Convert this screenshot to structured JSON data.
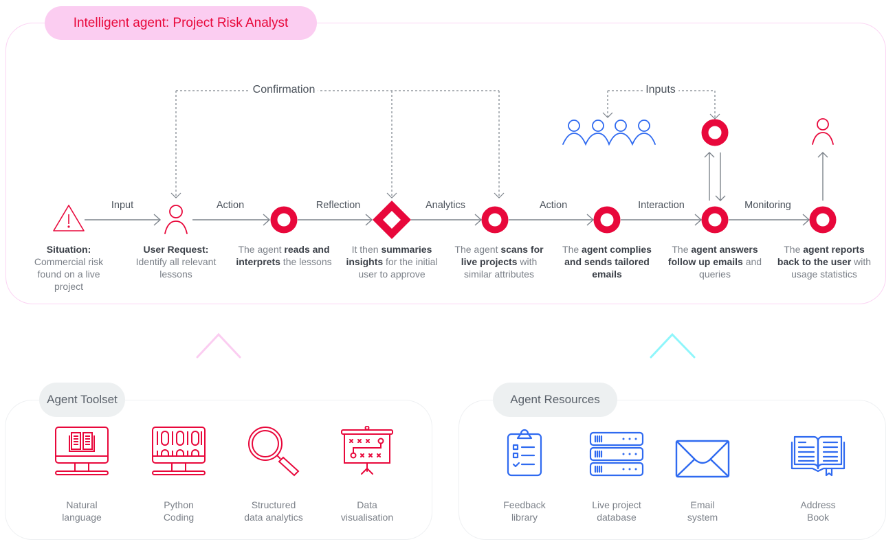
{
  "header": {
    "title": "Intelligent agent: Project Risk Analyst"
  },
  "colors": {
    "accent_red": "#e8083b",
    "accent_blue": "#2f6af0",
    "chip_pink": "#fbcdf1",
    "frame_pink": "#fbd3f3",
    "chevron_cyan": "#8ff6fb",
    "line_gray": "#7d848c",
    "chip_gray": "#edf0f1"
  },
  "feedback_loops": {
    "confirmation": "Confirmation",
    "inputs": "Inputs"
  },
  "edges": [
    {
      "label": "Input"
    },
    {
      "label": "Action"
    },
    {
      "label": "Reflection"
    },
    {
      "label": "Analytics"
    },
    {
      "label": "Action"
    },
    {
      "label": "Interaction"
    },
    {
      "label": "Monitoring"
    }
  ],
  "nodes": [
    {
      "icon": "warning-triangle-icon",
      "parts": [
        {
          "t": "Situation:",
          "b": true
        },
        {
          "t": "Commercial risk found on a live project",
          "b": false
        }
      ]
    },
    {
      "icon": "user-icon",
      "parts": [
        {
          "t": "User Request:",
          "b": true
        },
        {
          "t": "Identify all relevant lessons",
          "b": false
        }
      ]
    },
    {
      "icon": "ring-node-icon",
      "parts": [
        {
          "t": "The agent ",
          "b": false
        },
        {
          "t": "reads and interprets",
          "b": true
        },
        {
          "t": " the lessons",
          "b": false
        }
      ]
    },
    {
      "icon": "diamond-node-icon",
      "parts": [
        {
          "t": "It then ",
          "b": false
        },
        {
          "t": "summaries insights",
          "b": true
        },
        {
          "t": " for the initial user to approve",
          "b": false
        }
      ]
    },
    {
      "icon": "ring-node-icon",
      "parts": [
        {
          "t": "The agent ",
          "b": false
        },
        {
          "t": "scans for live projects",
          "b": true
        },
        {
          "t": " with similar attributes",
          "b": false
        }
      ]
    },
    {
      "icon": "ring-node-icon",
      "parts": [
        {
          "t": "The ",
          "b": false
        },
        {
          "t": "agent complies and sends tailored emails",
          "b": true
        }
      ]
    },
    {
      "icon": "ring-node-icon",
      "parts": [
        {
          "t": "The ",
          "b": false
        },
        {
          "t": "agent answers follow up emails",
          "b": true
        },
        {
          "t": " and queries",
          "b": false
        }
      ]
    },
    {
      "icon": "ring-node-icon",
      "parts": [
        {
          "t": "The ",
          "b": false
        },
        {
          "t": "agent reports back to the user",
          "b": true
        },
        {
          "t": " with usage statistics",
          "b": false
        }
      ]
    }
  ],
  "toolset": {
    "title": "Agent Toolset",
    "items": [
      {
        "icon": "monitor-book-icon",
        "label_1": "Natural",
        "label_2": "language"
      },
      {
        "icon": "monitor-binary-icon",
        "label_1": "Python",
        "label_2": "Coding"
      },
      {
        "icon": "magnifier-icon",
        "label_1": "Structured",
        "label_2": "data analytics"
      },
      {
        "icon": "presentation-board-icon",
        "label_1": "Data",
        "label_2": "visualisation"
      }
    ]
  },
  "resources": {
    "title": "Agent Resources",
    "items": [
      {
        "icon": "clipboard-checklist-icon",
        "label_1": "Feedback",
        "label_2": "library"
      },
      {
        "icon": "server-database-icon",
        "label_1": "Live project",
        "label_2": "database"
      },
      {
        "icon": "envelope-icon",
        "label_1": "Email",
        "label_2": "system"
      },
      {
        "icon": "open-book-icon",
        "label_1": "Address",
        "label_2": "Book"
      }
    ]
  }
}
